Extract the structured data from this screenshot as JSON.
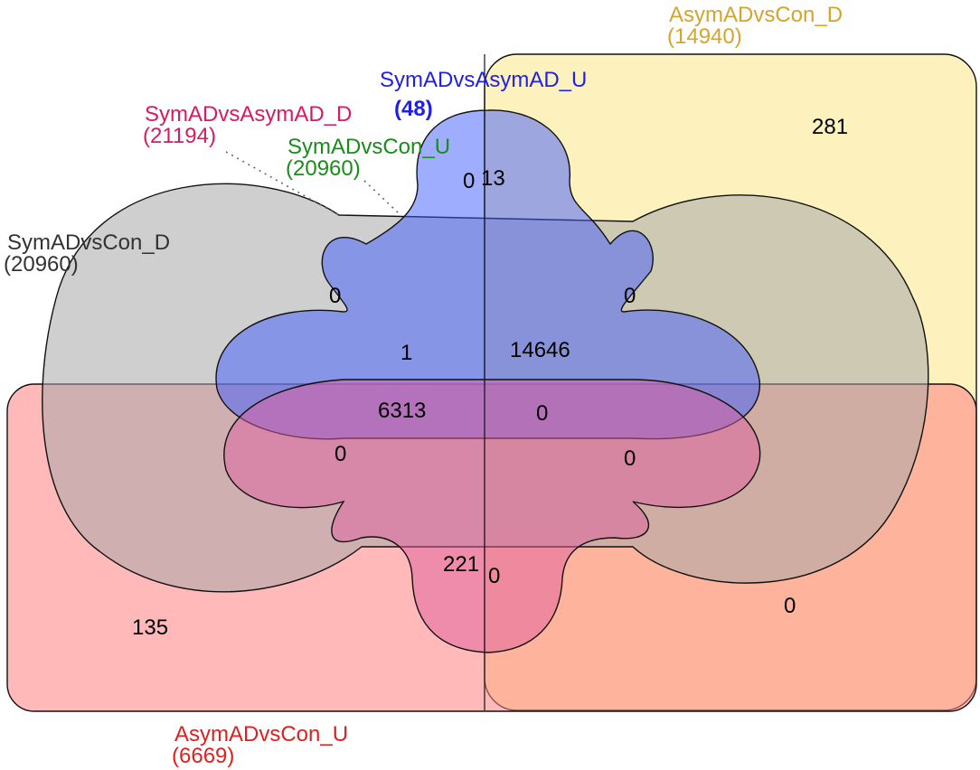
{
  "sets": {
    "asym_d": {
      "name": "AsymADvsCon_D",
      "count": "(14940)",
      "color": "#d4a52c",
      "fill": "#fce588"
    },
    "sym_asym_u": {
      "name": "SymADvsAsymAD_U",
      "count": "(48)",
      "color": "#1f1fe6",
      "fill": "#3f5bff"
    },
    "sym_asym_d": {
      "name": "SymADvsAsymAD_D",
      "count": "(21194)",
      "color": "#d81b60",
      "fill": "#e060a0"
    },
    "sym_u": {
      "name": "SymADvsCon_U",
      "count": "(20960)",
      "color": "#1a8c1a",
      "fill": "#3f6bff"
    },
    "sym_d": {
      "name": "SymADvsCon_D",
      "count": "(20960)",
      "color": "#333333",
      "fill": "#a8a8a8"
    },
    "asym_u": {
      "name": "AsymADvsCon_U",
      "count": "(6669)",
      "color": "#e02020",
      "fill": "#ff7f7f"
    }
  },
  "regions": {
    "yellow_only": "281",
    "top_lobe_left": "0",
    "top_lobe_right": "13",
    "left_upper": "0",
    "right_upper": "0",
    "center_upper_left": "1",
    "center_upper_right": "14646",
    "center_lower_left": "6313",
    "center_lower_right": "0",
    "left_lower": "0",
    "right_lower": "0",
    "bottom_lobe_left": "221",
    "bottom_lobe_right": "0",
    "pink_only": "135",
    "orange_only": "0"
  }
}
